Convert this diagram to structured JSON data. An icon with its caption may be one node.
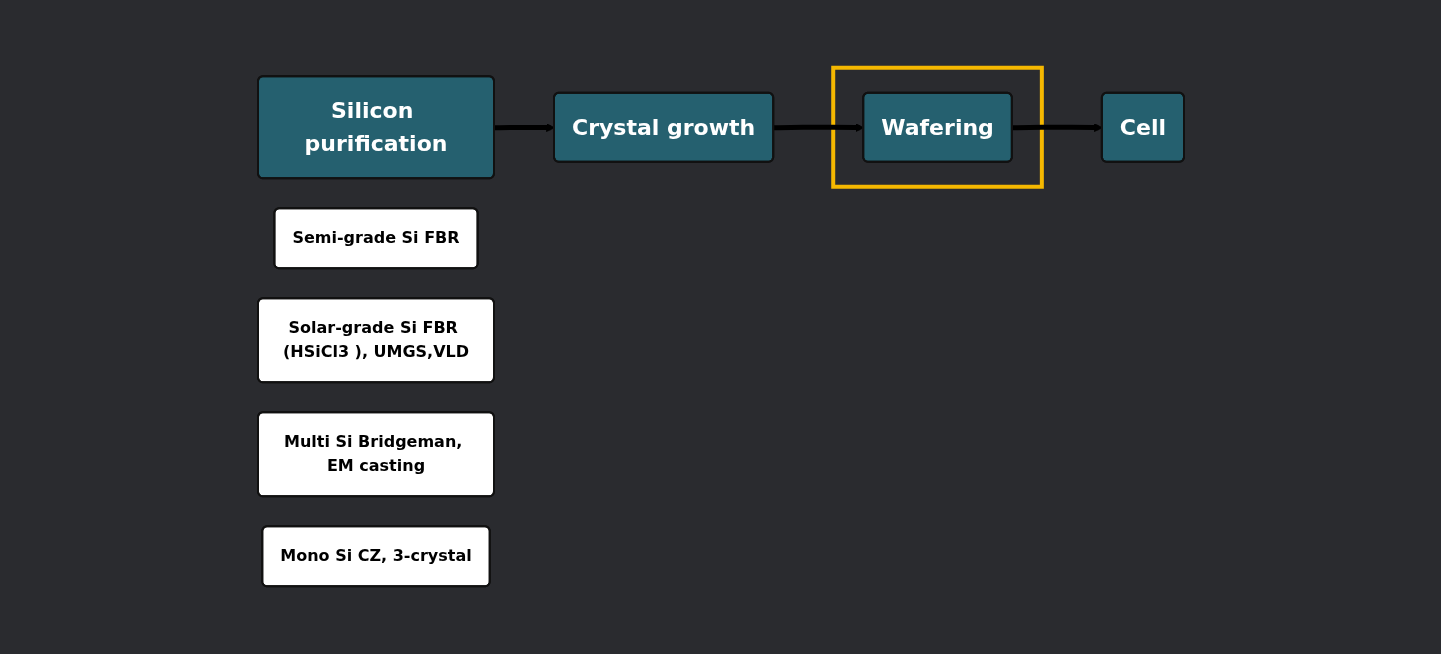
{
  "diagram": {
    "nodes": [
      {
        "text": [
          "Silicon purification"
        ]
      },
      {
        "text": [
          "Crystal growth"
        ]
      },
      {
        "text": [],
        "shape": "box"
      },
      {
        "text": [
          "Wafering"
        ],
        "in": 2
      },
      {
        "text": [
          "Cell"
        ]
      },
      {
        "text": [
          "Semi-grade Si FBR"
        ]
      },
      {
        "text": [
          "Solar-grade Si FBR (HSiCl3 ), UMGS,VLD"
        ]
      },
      {
        "text": [
          "Multi Si Bridgeman, EM casting"
        ]
      },
      {
        "text": [
          "Mono Si CZ, 3-crystal"
        ]
      }
    ],
    "edges": [
      {
        "from": 0,
        "to": 1,
        "arrow": "to"
      },
      {
        "from": 1,
        "to": 3,
        "arrow": "to"
      },
      {
        "from": 3,
        "to": 4,
        "arrow": "to"
      }
    ]
  }
}
